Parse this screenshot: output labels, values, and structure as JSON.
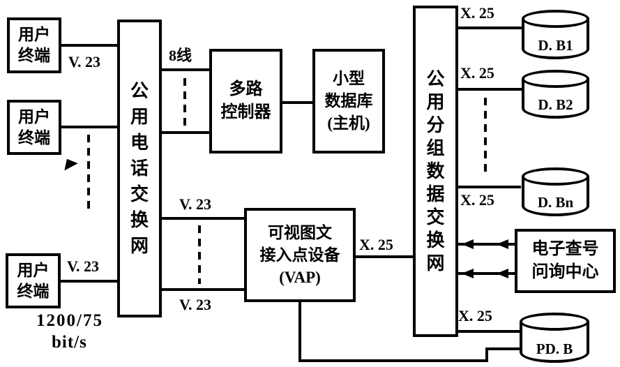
{
  "nodes": {
    "terminal1": {
      "lines": [
        "用户",
        "终端"
      ]
    },
    "terminal2": {
      "lines": [
        "用户",
        "终端"
      ]
    },
    "terminal3": {
      "lines": [
        "用户",
        "终端"
      ]
    },
    "phone_network": {
      "text": "公用电话交换网"
    },
    "multiplexer": {
      "lines": [
        "多路",
        "控制器"
      ]
    },
    "host_database": {
      "lines": [
        "小型",
        "数据库",
        "(主机)"
      ]
    },
    "vap": {
      "lines": [
        "可视图文",
        "接入点设备",
        "(VAP)"
      ]
    },
    "packet_network": {
      "text": "公用分组数据交换网"
    },
    "inquiry_center": {
      "lines": [
        "电子查号",
        "问询中心"
      ]
    },
    "db1": {
      "label": "D. B1"
    },
    "db2": {
      "label": "D. B2"
    },
    "dbn": {
      "label": "D. Bn"
    },
    "pdb": {
      "label": "PD. B"
    }
  },
  "labels": {
    "v23_terminal1": "V. 23",
    "v23_terminal3": "V. 23",
    "v23_vap_upper": "V. 23",
    "v23_vap_lower": "V. 23",
    "eight_line": "8线",
    "x25_vap": "X. 25",
    "x25_db1": "X. 25",
    "x25_db2": "X. 25",
    "x25_dbn": "X. 25",
    "x25_pdb": "X. 25",
    "bitrate": "1200/75",
    "bitrate_unit": "bit/s"
  },
  "colors": {
    "ink": "#000000",
    "paper": "#ffffff"
  }
}
